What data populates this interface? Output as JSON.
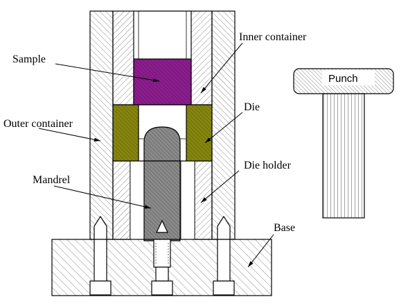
{
  "labels": {
    "sample": "Sample",
    "inner_container": "Inner container",
    "outer_container": "Outer container",
    "die": "Die",
    "die_holder": "Die holder",
    "mandrel": "Mandrel",
    "base": "Base",
    "punch": "Punch"
  },
  "colors": {
    "sample": "#8a1d8c",
    "die": "#85850f",
    "mandrel": "#8a8a8a",
    "hatch": "#555555",
    "outline": "#000000"
  }
}
